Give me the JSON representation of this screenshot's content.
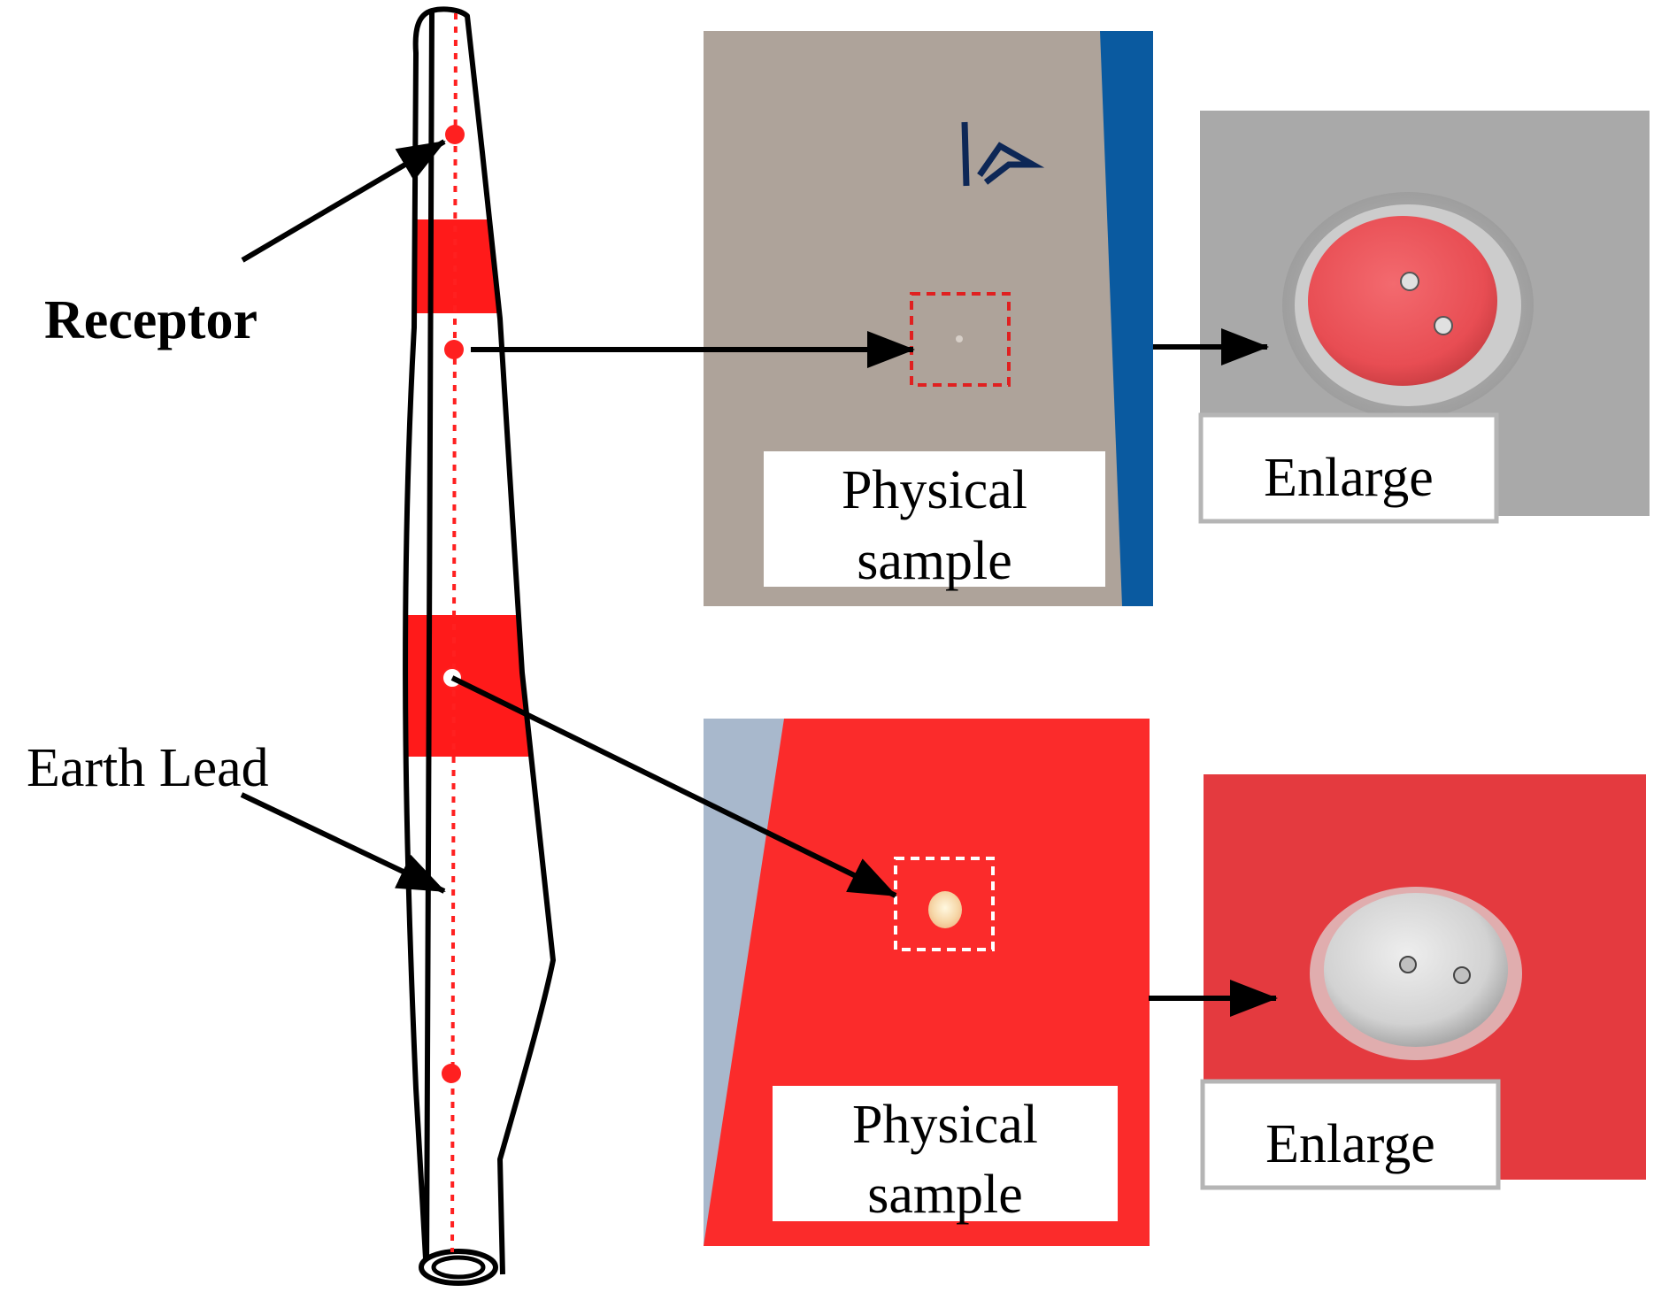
{
  "labels": {
    "receptor": "Receptor",
    "earth_lead": "Earth Lead"
  },
  "panels": {
    "top_photo": {
      "caption_line1": "Physical",
      "caption_line2": "sample"
    },
    "top_enlarge": {
      "caption": "Enlarge"
    },
    "bottom_photo": {
      "caption_line1": "Physical",
      "caption_line2": "sample"
    },
    "bottom_enlarge": {
      "caption": "Enlarge"
    }
  },
  "colors": {
    "blade_outline": "#000000",
    "blade_band_red": "#ff1a1a",
    "earth_lead_red": "#ff2020",
    "photo_grey": "#aea39a",
    "photo_blue_edge": "#0a5aa0",
    "photo_red": "#fb2b2b",
    "photo_light_blue": "#a8b8cc",
    "enlarge_grey": "#a9a9a9",
    "enlarge_red": "#e43a3f",
    "disc_pink": "#ef5b60",
    "disc_silver": "#d9d9d9",
    "caption_border": "#b5b5b5",
    "arrow": "#000000"
  },
  "icons": {
    "receptor_icon": "red-dot",
    "earth_lead_icon": "dashed-line",
    "logo_icon": "brand-mark"
  }
}
